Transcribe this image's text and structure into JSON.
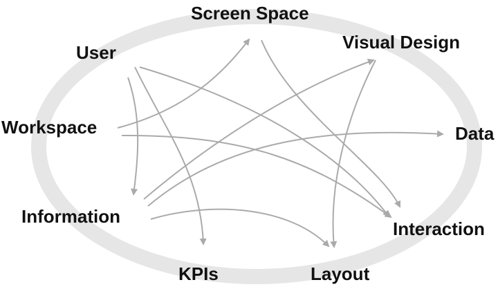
{
  "colors": {
    "ring": "#e6e6e6",
    "edge": "#aaaaaa",
    "label": "#111111"
  },
  "nodes": {
    "screen_space": "Screen Space",
    "user": "User",
    "visual_design": "Visual Design",
    "workspace": "Workspace",
    "data": "Data",
    "information": "Information",
    "interaction": "Interaction",
    "kpis": "KPIs",
    "layout": "Layout"
  },
  "edges": [
    {
      "from": "workspace",
      "to": "screen_space"
    },
    {
      "from": "screen_space",
      "to": "interaction"
    },
    {
      "from": "user",
      "to": "interaction"
    },
    {
      "from": "user",
      "to": "information"
    },
    {
      "from": "user",
      "to": "kpis"
    },
    {
      "from": "information",
      "to": "visual_design"
    },
    {
      "from": "visual_design",
      "to": "layout"
    },
    {
      "from": "workspace",
      "to": "interaction"
    },
    {
      "from": "information",
      "to": "data"
    },
    {
      "from": "information",
      "to": "layout"
    }
  ]
}
